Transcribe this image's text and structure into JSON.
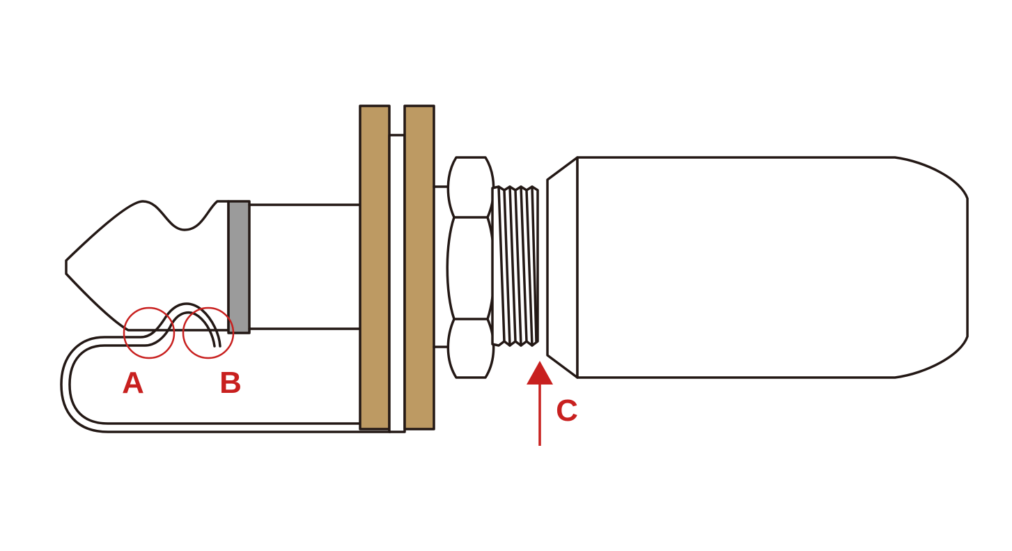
{
  "colors": {
    "outline": "#231815",
    "wood": "#bd9a63",
    "sleeve_ring": "#9b9b9b",
    "annotation": "#c8201f",
    "background": "#ffffff"
  },
  "labels": {
    "a": "A",
    "b": "B",
    "c": "C"
  }
}
